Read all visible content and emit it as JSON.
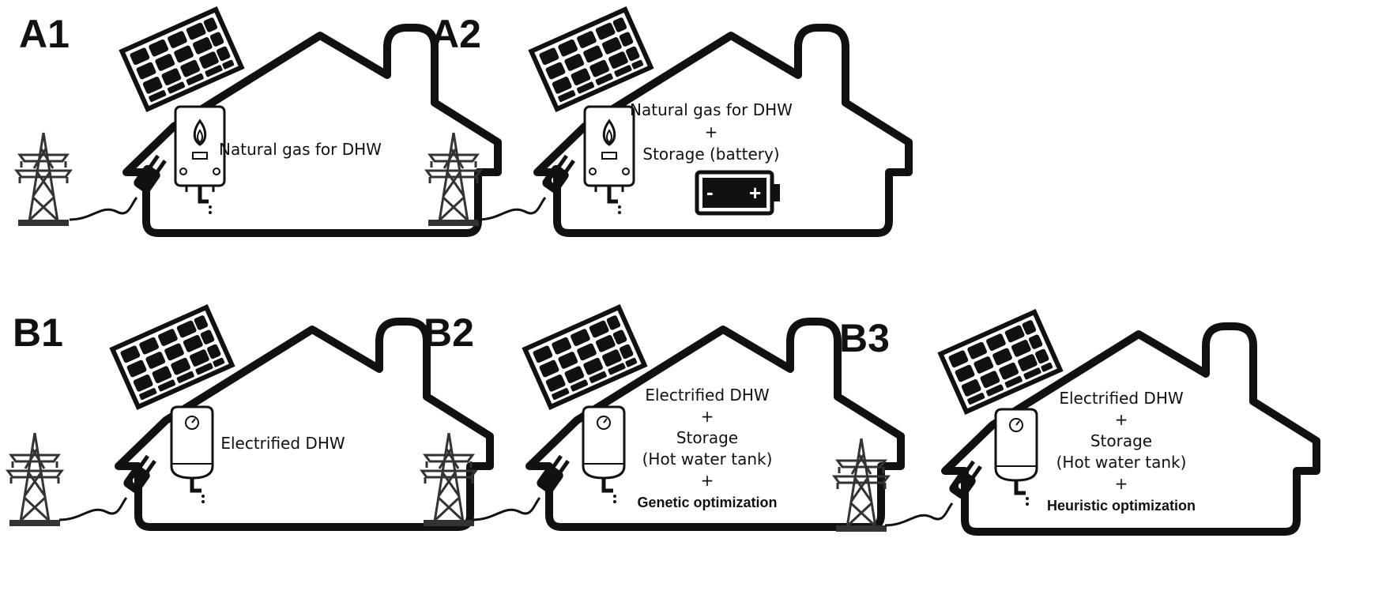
{
  "panels": [
    {
      "id": "A1",
      "label": "A1",
      "heater": "gas-boiler-icon",
      "battery": false,
      "lines": [
        {
          "text": "Natural gas for DHW",
          "bold": false
        }
      ]
    },
    {
      "id": "A2",
      "label": "A2",
      "heater": "gas-boiler-icon",
      "battery": true,
      "battery_signs": [
        "-",
        "+"
      ],
      "lines": [
        {
          "text": "Natural gas for DHW",
          "bold": false
        },
        {
          "text": "+",
          "bold": false
        },
        {
          "text": "Storage (battery)",
          "bold": false
        }
      ]
    },
    {
      "id": "B1",
      "label": "B1",
      "heater": "electric-water-heater-icon",
      "battery": false,
      "lines": [
        {
          "text": "Electrified DHW",
          "bold": false
        }
      ]
    },
    {
      "id": "B2",
      "label": "B2",
      "heater": "electric-water-heater-icon",
      "battery": false,
      "lines": [
        {
          "text": "Electrified DHW",
          "bold": false
        },
        {
          "text": "+",
          "bold": false
        },
        {
          "text": "Storage",
          "bold": false
        },
        {
          "text": "(Hot water tank)",
          "bold": false
        },
        {
          "text": "+",
          "bold": false
        },
        {
          "text": "Genetic optimization",
          "bold": true
        }
      ]
    },
    {
      "id": "B3",
      "label": "B3",
      "heater": "electric-water-heater-icon",
      "battery": false,
      "lines": [
        {
          "text": "Electrified DHW",
          "bold": false
        },
        {
          "text": "+",
          "bold": false
        },
        {
          "text": "Storage",
          "bold": false
        },
        {
          "text": "(Hot water tank)",
          "bold": false
        },
        {
          "text": "+",
          "bold": false
        },
        {
          "text": "Heuristic optimization",
          "bold": true
        }
      ]
    }
  ],
  "colors": {
    "line": "#111111",
    "background": "#ffffff"
  }
}
